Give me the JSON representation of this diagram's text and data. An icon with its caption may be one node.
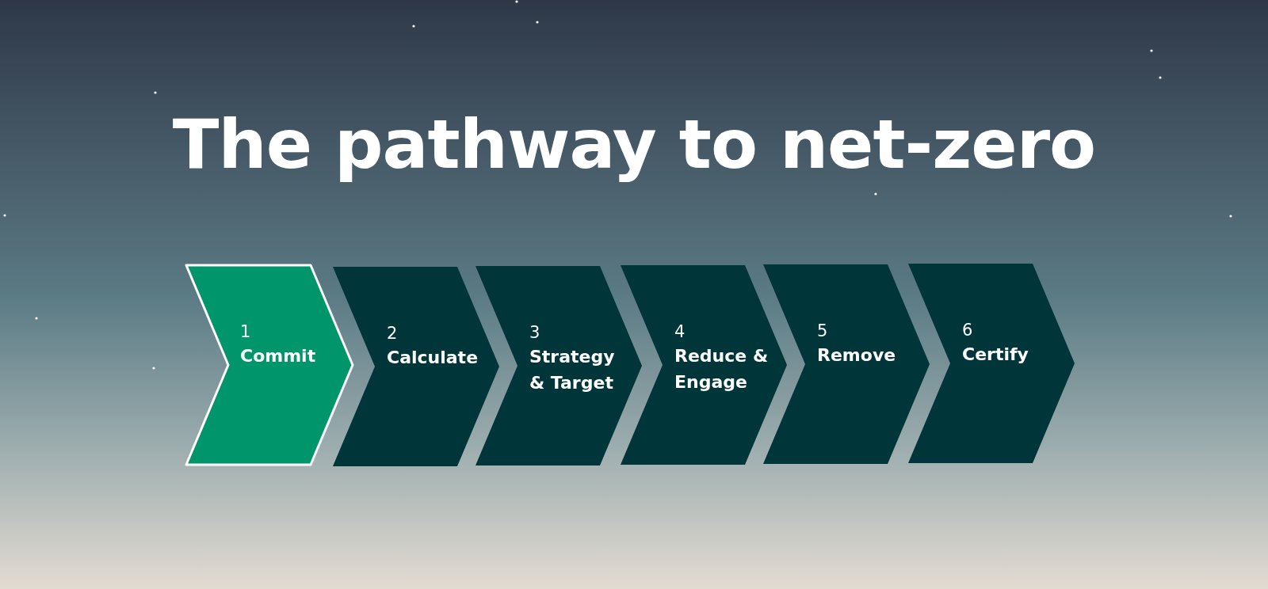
{
  "diagram": {
    "title": "The pathway to net-zero",
    "nodes": [
      {
        "text": [
          "1",
          "Commit"
        ]
      },
      {
        "text": [
          "2",
          "Calculate"
        ]
      },
      {
        "text": [
          "3",
          "Strategy & Target"
        ]
      },
      {
        "text": [
          "4",
          "Reduce & Engage"
        ]
      },
      {
        "text": [
          "5",
          "Remove"
        ]
      },
      {
        "text": [
          "6",
          "Certify"
        ]
      }
    ]
  }
}
